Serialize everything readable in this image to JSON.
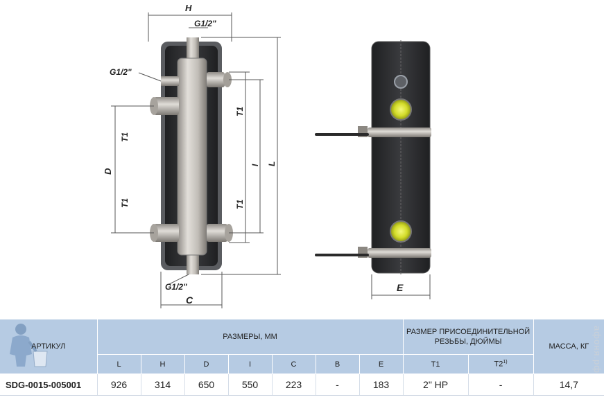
{
  "drawing": {
    "dim_H": "H",
    "dim_C": "C",
    "dim_D": "D",
    "dim_T1": "T1",
    "dim_I": "I",
    "dim_L": "L",
    "dim_E": "E",
    "thread_top": "G1/2\"",
    "thread_side": "G1/2\"",
    "thread_bottom": "G1/2\""
  },
  "table": {
    "article_header": "АРТИКУЛ",
    "dimensions_header": "РАЗМЕРЫ, ММ",
    "thread_header": "РАЗМЕР ПРИСОЕДИНИТЕЛЬНОЙ РЕЗЬБЫ, ДЮЙМЫ",
    "mass_header": "МАССА, КГ",
    "columns": {
      "L": "L",
      "H": "H",
      "D": "D",
      "I": "I",
      "C": "C",
      "B": "B",
      "E": "E",
      "T1": "T1",
      "T2": "T2"
    },
    "t2_note": "1)",
    "row": {
      "article": "SDG-0015-005001",
      "L": "926",
      "H": "314",
      "D": "650",
      "I": "550",
      "C": "223",
      "B": "-",
      "E": "183",
      "T1": "2\" НР",
      "T2": "-",
      "mass": "14,7"
    }
  },
  "watermark": "афоня.рф",
  "colors": {
    "header_bg": "#b6cbe3",
    "body_dark": "#2e2f31",
    "steel": "#b9b5b0",
    "yellow": "#d9e23a"
  }
}
